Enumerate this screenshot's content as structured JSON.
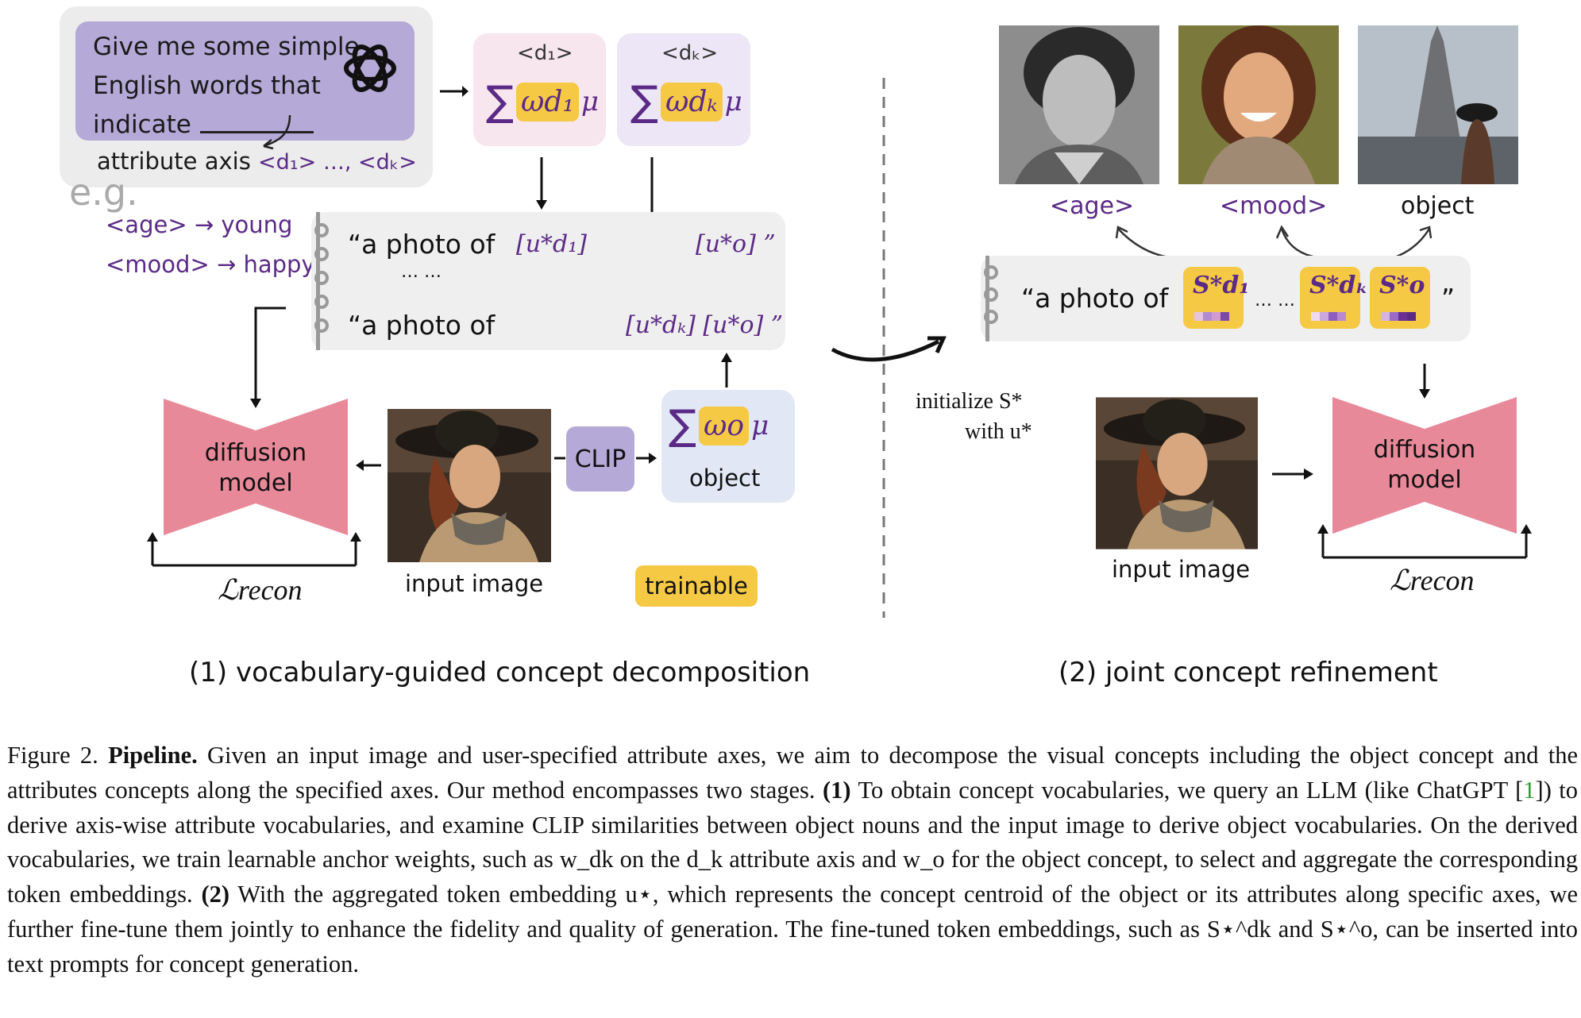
{
  "stage1": {
    "prompt_lines": "Give me some simple\nEnglish words that\nindicate",
    "axis_line_prefix": "attribute axis",
    "axis_line_tokens": "<d₁> …, <dₖ>",
    "eg": "e.g.",
    "examples": [
      {
        "axis": "<age>",
        "arrow": "→",
        "word": "young"
      },
      {
        "axis": "<mood>",
        "arrow": "→",
        "word": "happy"
      }
    ],
    "d1_tag": "<d₁>",
    "dk_tag": "<dₖ>",
    "sum_symbol": "∑",
    "w_d1": "ωd₁",
    "w_dk": "ωdₖ",
    "w_o": "ωo",
    "mu": "μ",
    "notepad_line1": "“a  photo of",
    "notepad_line1_tok1": "[u*d₁]",
    "notepad_line1_tok2": "[u*o] ”",
    "notepad_ellipsis": "… …",
    "notepad_line2": "“a  photo of",
    "notepad_line2_tok": "[u*dₖ] [u*o] ”",
    "diffusion_label": "diffusion\nmodel",
    "loss": "ℒrecon",
    "input_image_label": "input image",
    "clip_label": "CLIP",
    "object_label": "object",
    "trainable_label": "trainable",
    "caption": "(1) vocabulary-guided concept decomposition"
  },
  "stage2": {
    "image_labels": [
      "<age>",
      "<mood>",
      "object"
    ],
    "notepad_prefix": "“a  photo of",
    "notepad_ellipsis": "… …",
    "notepad_suffix": "”",
    "S_d1": "S*d₁",
    "S_dk": "S*dₖ",
    "S_o": "S*o",
    "init_line1": "initialize S*",
    "init_line2": "with u*",
    "input_image_label": "input image",
    "diffusion_label": "diffusion\nmodel",
    "loss": "ℒrecon",
    "caption": "(2) joint concept refinement"
  },
  "figure_caption": {
    "prefix": "Figure 2.",
    "bold_title": "Pipeline.",
    "part_a": "Given an input image and user-specified attribute axes, we aim to decompose the visual concepts including the object concept and the attributes concepts along the specified axes. Our method encompasses two stages.",
    "bold_1": "(1)",
    "part_b": "To obtain concept vocabularies, we query an LLM (like ChatGPT [",
    "ref": "1",
    "part_c": "]) to derive axis-wise attribute vocabularies, and examine CLIP similarities between object nouns and the input image to derive object vocabularies. On the derived vocabularies, we train learnable anchor weights, such as w_dk on the d_k attribute axis and w_o for the object concept, to select and aggregate the corresponding token embeddings.",
    "bold_2": "(2)",
    "part_d": "With the aggregated token embedding u⋆, which represents the concept centroid of the object or its attributes along specific axes, we further fine-tune them jointly to enhance the fidelity and quality of generation. The fine-tuned token embeddings, such as S⋆^dk and S⋆^o, can be inserted into text prompts for concept generation."
  },
  "colors": {
    "purple_text": "#5b2a86",
    "lavender": "#b4a9d7",
    "yellow": "#f6c945",
    "pink": "#e8899a",
    "gray_box": "#efefef"
  }
}
